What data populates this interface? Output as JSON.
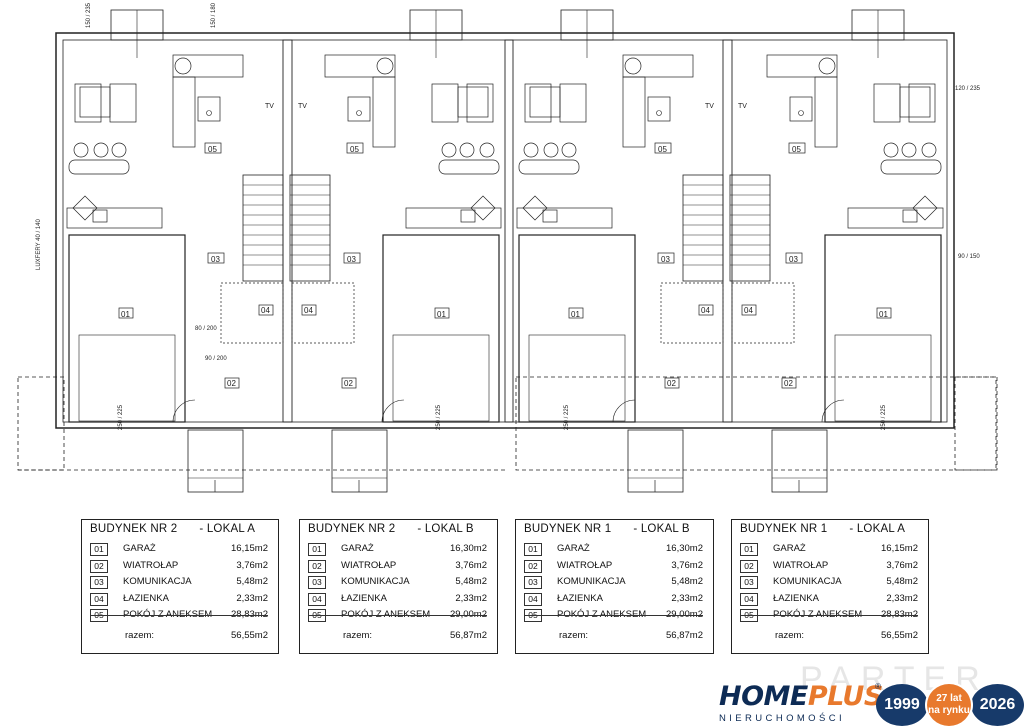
{
  "plan": {
    "room_tags": [
      "01",
      "02",
      "03",
      "04",
      "05"
    ],
    "dims": {
      "window_a": "150 / 235",
      "window_b": "150 / 180",
      "window_c": "120 / 235",
      "door_inner": "80 / 200",
      "door_front": "90 / 200",
      "garage_door": "250 / 225",
      "side_left": "LUXFERY 40 / 140",
      "side_right": "90 / 150"
    },
    "tv_label": "TV"
  },
  "legends": [
    {
      "building": "BUDYNEK NR 2",
      "unit": "- LOKAL A",
      "rooms": [
        {
          "no": "01",
          "name": "GARAŻ",
          "area": "16,15m2"
        },
        {
          "no": "02",
          "name": "WIATROŁAP",
          "area": "3,76m2"
        },
        {
          "no": "03",
          "name": "KOMUNIKACJA",
          "area": "5,48m2"
        },
        {
          "no": "04",
          "name": "ŁAZIENKA",
          "area": "2,33m2"
        },
        {
          "no": "05",
          "name": "POKÓJ Z ANEKSEM",
          "area": "28,83m2"
        }
      ],
      "total_label": "razem:",
      "total": "56,55m2"
    },
    {
      "building": "BUDYNEK NR 2",
      "unit": "- LOKAL B",
      "rooms": [
        {
          "no": "01",
          "name": "GARAŻ",
          "area": "16,30m2"
        },
        {
          "no": "02",
          "name": "WIATROŁAP",
          "area": "3,76m2"
        },
        {
          "no": "03",
          "name": "KOMUNIKACJA",
          "area": "5,48m2"
        },
        {
          "no": "04",
          "name": "ŁAZIENKA",
          "area": "2,33m2"
        },
        {
          "no": "05",
          "name": "POKÓJ Z ANEKSEM",
          "area": "29,00m2"
        }
      ],
      "total_label": "razem:",
      "total": "56,87m2"
    },
    {
      "building": "BUDYNEK NR 1",
      "unit": "- LOKAL B",
      "rooms": [
        {
          "no": "01",
          "name": "GARAŻ",
          "area": "16,30m2"
        },
        {
          "no": "02",
          "name": "WIATROŁAP",
          "area": "3,76m2"
        },
        {
          "no": "03",
          "name": "KOMUNIKACJA",
          "area": "5,48m2"
        },
        {
          "no": "04",
          "name": "ŁAZIENKA",
          "area": "2,33m2"
        },
        {
          "no": "05",
          "name": "POKÓJ Z ANEKSEM",
          "area": "29,00m2"
        }
      ],
      "total_label": "razem:",
      "total": "56,87m2"
    },
    {
      "building": "BUDYNEK NR 1",
      "unit": "- LOKAL A",
      "rooms": [
        {
          "no": "01",
          "name": "GARAŻ",
          "area": "16,15m2"
        },
        {
          "no": "02",
          "name": "WIATROŁAP",
          "area": "3,76m2"
        },
        {
          "no": "03",
          "name": "KOMUNIKACJA",
          "area": "5,48m2"
        },
        {
          "no": "04",
          "name": "ŁAZIENKA",
          "area": "2,33m2"
        },
        {
          "no": "05",
          "name": "POKÓJ Z ANEKSEM",
          "area": "28,83m2"
        }
      ],
      "total_label": "razem:",
      "total": "56,55m2"
    }
  ],
  "watermark": "PARTER",
  "brand": {
    "home": "HOME",
    "plus": "PLUS",
    "reg": "®",
    "sub": "NIERUCHOMOŚCI",
    "year_start": "1999",
    "years": "27 lat",
    "years_sub": "na rynku",
    "year_end": "2026"
  }
}
